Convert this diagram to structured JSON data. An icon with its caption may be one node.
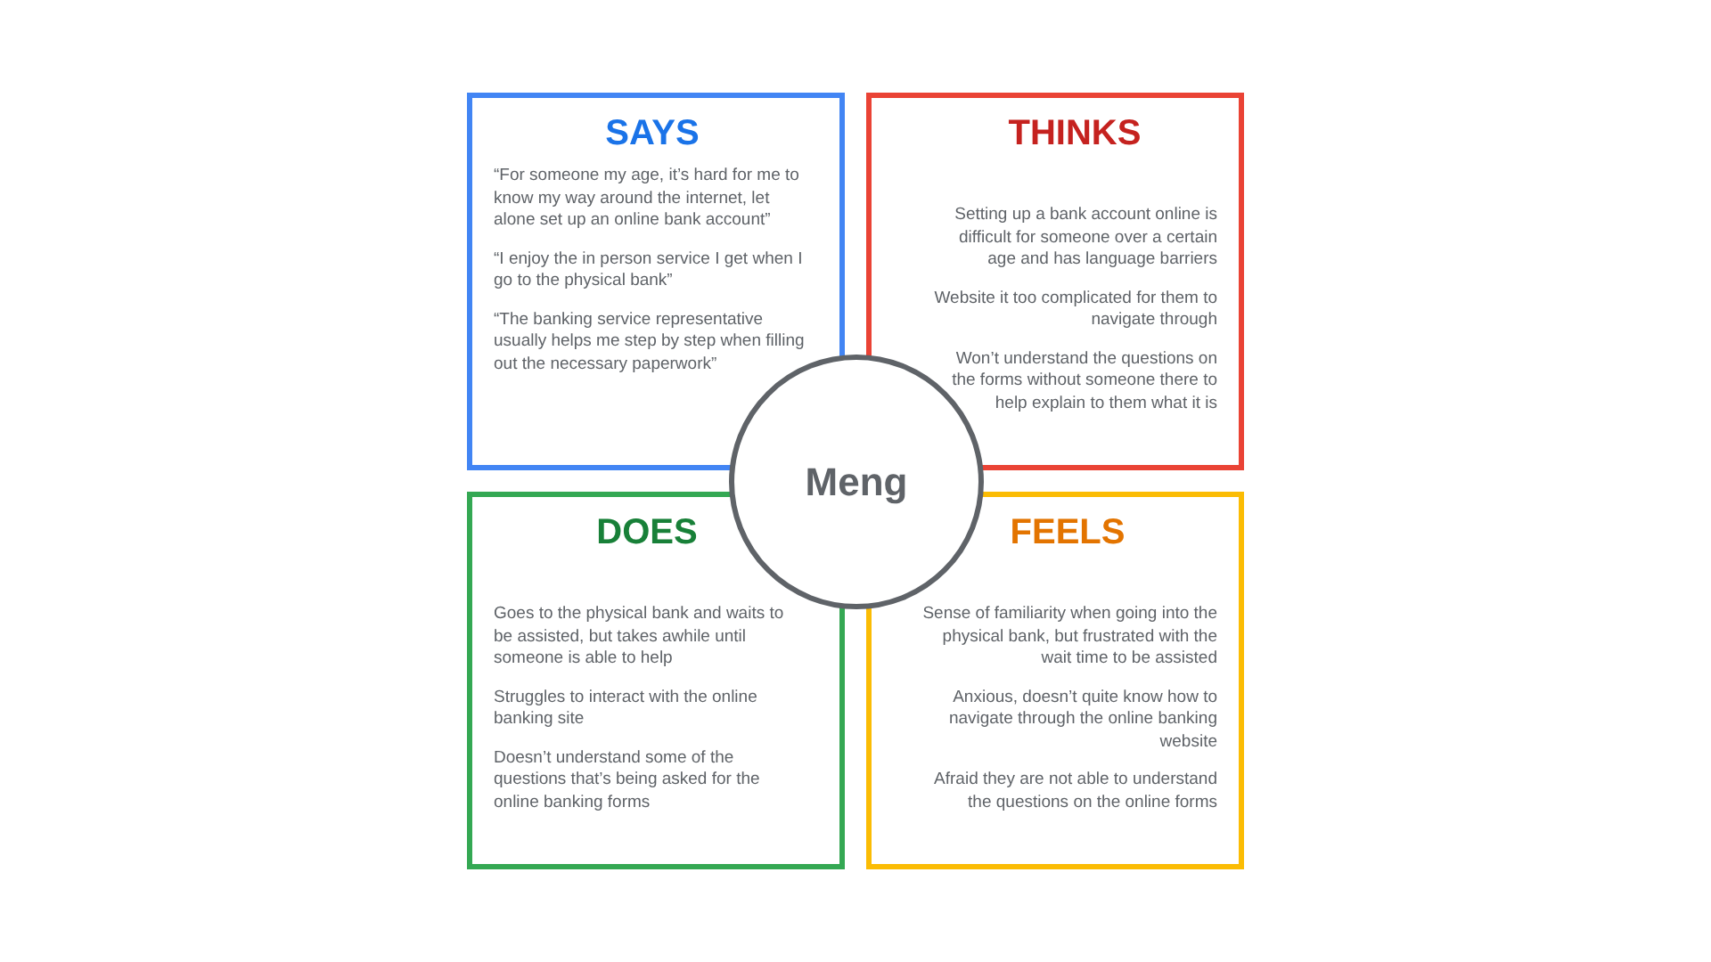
{
  "diagram": {
    "nodes": [
      {
        "text": [
          "SAYS",
          "“For someone my age, it’s hard for me to know my way around the internet, let alone set up an online bank account”",
          "“I enjoy the in person service I get when I go to the physical bank”",
          "“The banking service representative usually helps me step by step when filling out the necessary paperwork”"
        ]
      },
      {
        "text": [
          "THINKS",
          "Setting up a bank account online is difficult for someone over a certain age and has language barriers",
          "Website it too complicated for them to navigate through",
          "Won’t understand the questions on the forms without someone there to help explain to them what it is"
        ]
      },
      {
        "text": [
          "DOES",
          "Goes to the physical bank and waits to be assisted, but takes awhile until someone is able to help",
          "Struggles to interact with the online banking site",
          "Doesn’t understand some of the questions that’s being asked for the online banking forms"
        ]
      },
      {
        "text": [
          "FEELS",
          "Sense of familiarity when going into the physical bank, but frustrated with the wait time to be assisted",
          "Anxious, doesn’t quite know how to navigate through the online banking website",
          "Afraid they are not able to understand the questions on the online forms"
        ]
      },
      {
        "text": [
          "Meng"
        ]
      }
    ],
    "edges": []
  }
}
